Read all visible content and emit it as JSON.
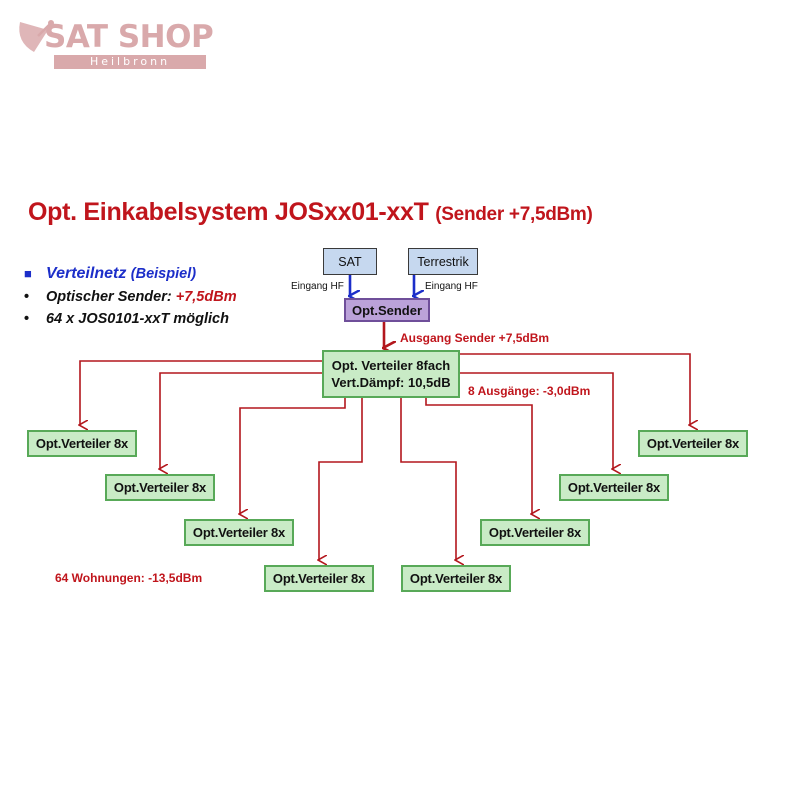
{
  "logo": {
    "brand": "SAT SHOP",
    "city": "Heilbronn"
  },
  "title": {
    "main": "Opt. Einkabelsystem JOSxx01-xxT",
    "sub": "(Sender +7,5dBm)"
  },
  "bullets": {
    "b1_main": "Verteilnetz",
    "b1_sub": "(Beispiel)",
    "b2_prefix": "Optischer Sender: ",
    "b2_value": "+7,5dBm",
    "b3": "64 x JOS0101-xxT möglich"
  },
  "inputs": {
    "sat": "SAT",
    "terrestrik": "Terrestrik",
    "eingang_left": "Eingang HF",
    "eingang_right": "Eingang HF"
  },
  "sender": {
    "label": "Opt.Sender",
    "output_label": "Ausgang Sender +7,5dBm"
  },
  "main_splitter": {
    "line1": "Opt. Verteiler 8fach",
    "line2": "Vert.Dämpf: 10,5dB",
    "outputs_label": "8 Ausgänge: -3,0dBm"
  },
  "splitters": [
    "Opt.Verteiler 8x",
    "Opt.Verteiler 8x",
    "Opt.Verteiler 8x",
    "Opt.Verteiler 8x",
    "Opt.Verteiler 8x",
    "Opt.Verteiler 8x",
    "Opt.Verteiler 8x",
    "Opt.Verteiler 8x"
  ],
  "apartments_label": "64 Wohnungen: -13,5dBm",
  "colors": {
    "title_red": "#c0151c",
    "accent_blue": "#1c2ec9",
    "wire_red": "#b3171d",
    "input_arrow_blue": "#1c2ec9",
    "splitter_fill": "#c9ebc6",
    "splitter_border": "#58a958",
    "sender_fill": "#bba2d9",
    "input_fill": "#c6d8ef",
    "logo_pink": "#d9a9ab"
  }
}
